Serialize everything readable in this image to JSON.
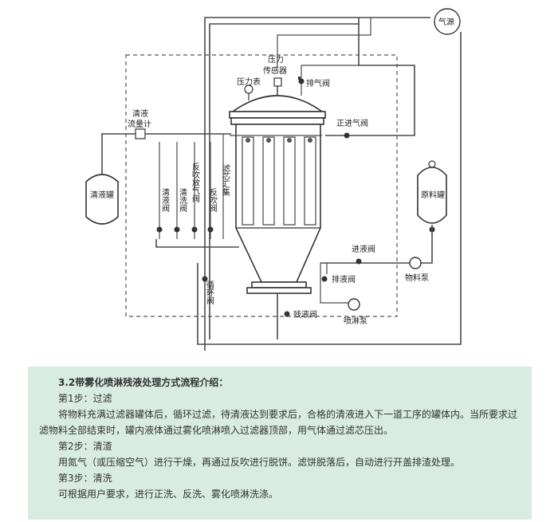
{
  "diagram": {
    "labels": {
      "gas_source": "气源",
      "pressure_sensor_1": "压力",
      "pressure_sensor_2": "传感器",
      "pressure_gauge": "压力表",
      "vent_valve": "排气阀",
      "forward_inlet_valve": "正进气阀",
      "clear_liquid_flowmeter_1": "清液",
      "clear_liquid_flowmeter_2": "流量计",
      "clear_liquid_tank": "清液罐",
      "clear_liquid_valve": "清液阀",
      "clear_wash_valve": "清洗阀",
      "backblow_vent_valve": "反吹放气阀",
      "backblow_valve": "反吹阀",
      "filter_core_collector": "滤芯汇集",
      "raw_material_tank": "原料罐",
      "feed_valve": "进液阀",
      "material_pump": "物料泵",
      "drain_valve": "排液阀",
      "spray_pump": "喷淋泵",
      "circulation_valve": "循环阀",
      "residue_valve": "残液阀"
    }
  },
  "panel": {
    "title": "3.2带雾化喷淋残液处理方式流程介绍：",
    "steps": [
      {
        "heading": "第1步：过滤",
        "body": "将物料充满过滤器罐体后，循环过滤，待清液达到要求后，合格的清液进入下一道工序的罐体内。当所要求过滤物料全部结束时，罐内液体通过雾化喷淋喷入过滤器顶部，用气体通过滤芯压出。"
      },
      {
        "heading": "第2步：清渣",
        "body": "用氮气（或压缩空气）进行干燥，再通过反吹进行脱饼。滤饼脱落后，自动进行开盖排渣处理。"
      },
      {
        "heading": "第3步：清洗",
        "body": "可根据用户要求，进行正洗、反洗、雾化喷淋洗涤。"
      }
    ]
  }
}
